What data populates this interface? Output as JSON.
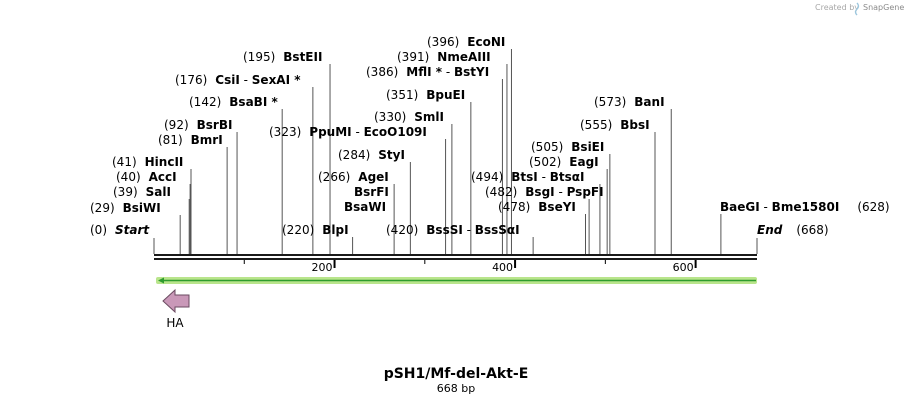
{
  "credit": {
    "created_by": "Created by",
    "brand": "SnapGene"
  },
  "map": {
    "name": "pSH1/Mf-del-Akt-E",
    "length_label": "668 bp",
    "length": 668,
    "ticks": [
      {
        "pos": 200,
        "label": "200"
      },
      {
        "pos": 400,
        "label": "400"
      },
      {
        "pos": 600,
        "label": "600"
      }
    ],
    "colors": {
      "backbone": "#1a1a1a",
      "feature_line": "#2e9c2e",
      "feature_glow": "#b9e58c",
      "ha_fill": "#c998b8",
      "ha_stroke": "#6a4a60"
    },
    "feature": {
      "start": 0,
      "end": 668,
      "direction": "reverse"
    },
    "ha": {
      "label": "HA",
      "direction": "reverse"
    }
  },
  "labels": [
    {
      "id": "start",
      "cut": 0,
      "pos_text": "(0)",
      "name": "Start",
      "italic": true
    },
    {
      "id": "bsiwi",
      "cut": 29,
      "pos_text": "(29)",
      "name": "BsiWI"
    },
    {
      "id": "sali",
      "cut": 39,
      "pos_text": "(39)",
      "name": "SalI"
    },
    {
      "id": "acci",
      "cut": 40,
      "pos_text": "(40)",
      "name": "AccI"
    },
    {
      "id": "hincii",
      "cut": 41,
      "pos_text": "(41)",
      "name": "HincII"
    },
    {
      "id": "bmri",
      "cut": 81,
      "pos_text": "(81)",
      "name": "BmrI"
    },
    {
      "id": "bsrbi",
      "cut": 92,
      "pos_text": "(92)",
      "name": "BsrBI"
    },
    {
      "id": "bsabi",
      "cut": 142,
      "pos_text": "(142)",
      "name": "BsaBI *"
    },
    {
      "id": "csii",
      "cut": 176,
      "pos_text": "(176)",
      "name": "CsiI",
      "sep": " - ",
      "name2": "SexAI *"
    },
    {
      "id": "bsteii",
      "cut": 195,
      "pos_text": "(195)",
      "name": "BstEII"
    },
    {
      "id": "blpi",
      "cut": 220,
      "pos_text": "(220)",
      "name": "BlpI"
    },
    {
      "id": "bsawi",
      "cut": 266,
      "name": "BsaWI",
      "hide_line": true
    },
    {
      "id": "bsrfi",
      "cut": 266,
      "name": "BsrFI",
      "hide_line": true
    },
    {
      "id": "agei",
      "cut": 266,
      "pos_text": "(266)",
      "name": "AgeI"
    },
    {
      "id": "styi",
      "cut": 284,
      "pos_text": "(284)",
      "name": "StyI"
    },
    {
      "id": "ppumi",
      "cut": 323,
      "pos_text": "(323)",
      "name": "PpuMI",
      "sep": " - ",
      "name2": "EcoO109I"
    },
    {
      "id": "smli",
      "cut": 330,
      "pos_text": "(330)",
      "name": "SmlI"
    },
    {
      "id": "bpuei",
      "cut": 351,
      "pos_text": "(351)",
      "name": "BpuEI"
    },
    {
      "id": "mfli",
      "cut": 386,
      "pos_text": "(386)",
      "name": "MflI *",
      "sep": " - ",
      "name2": "BstYI"
    },
    {
      "id": "nmeaiii",
      "cut": 391,
      "pos_text": "(391)",
      "name": "NmeAIII"
    },
    {
      "id": "econi",
      "cut": 396,
      "pos_text": "(396)",
      "name": "EcoNI"
    },
    {
      "id": "bsssi",
      "cut": 420,
      "pos_text": "(420)",
      "name": "BssSI",
      "sep": " - ",
      "name2": "BssSαI"
    },
    {
      "id": "bseyi",
      "cut": 478,
      "pos_text": "(478)",
      "name": "BseYI"
    },
    {
      "id": "bsgi",
      "cut": 482,
      "pos_text": "(482)",
      "name": "BsgI",
      "sep": " - ",
      "name2": "PspFI"
    },
    {
      "id": "btsi",
      "cut": 494,
      "pos_text": "(494)",
      "name": "BtsI",
      "sep": " - ",
      "name2": "BtsαI"
    },
    {
      "id": "eagi",
      "cut": 502,
      "pos_text": "(502)",
      "name": "EagI"
    },
    {
      "id": "bsiei",
      "cut": 505,
      "pos_text": "(505)",
      "name": "BsiEI"
    },
    {
      "id": "bbsi",
      "cut": 555,
      "pos_text": "(555)",
      "name": "BbsI"
    },
    {
      "id": "bani",
      "cut": 573,
      "pos_text": "(573)",
      "name": "BanI"
    },
    {
      "id": "baegi",
      "cut": 628,
      "name": "BaeGI",
      "sep": "  -  ",
      "name2": "Bme1580I",
      "pos_after": "(628)"
    },
    {
      "id": "end",
      "cut": 668,
      "name": "End",
      "italic": true,
      "pos_after": "(668)"
    }
  ]
}
